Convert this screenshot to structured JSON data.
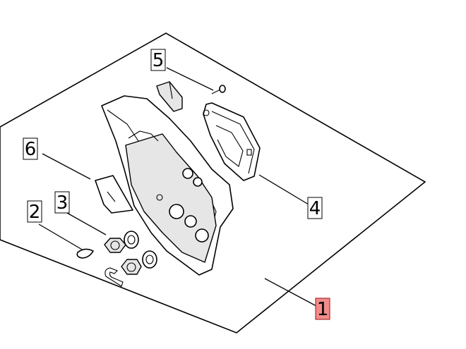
{
  "callouts": [
    {
      "id": "callout-1",
      "label": "1",
      "highlighted": true
    },
    {
      "id": "callout-2",
      "label": "2",
      "highlighted": false
    },
    {
      "id": "callout-3",
      "label": "3",
      "highlighted": false
    },
    {
      "id": "callout-4",
      "label": "4",
      "highlighted": false
    },
    {
      "id": "callout-5",
      "label": "5",
      "highlighted": false
    },
    {
      "id": "callout-6",
      "label": "6",
      "highlighted": false
    }
  ],
  "colors": {
    "highlight_fill": "#f28b8b",
    "highlight_stroke": "#b03030",
    "line": "#000000",
    "background": "#ffffff"
  }
}
